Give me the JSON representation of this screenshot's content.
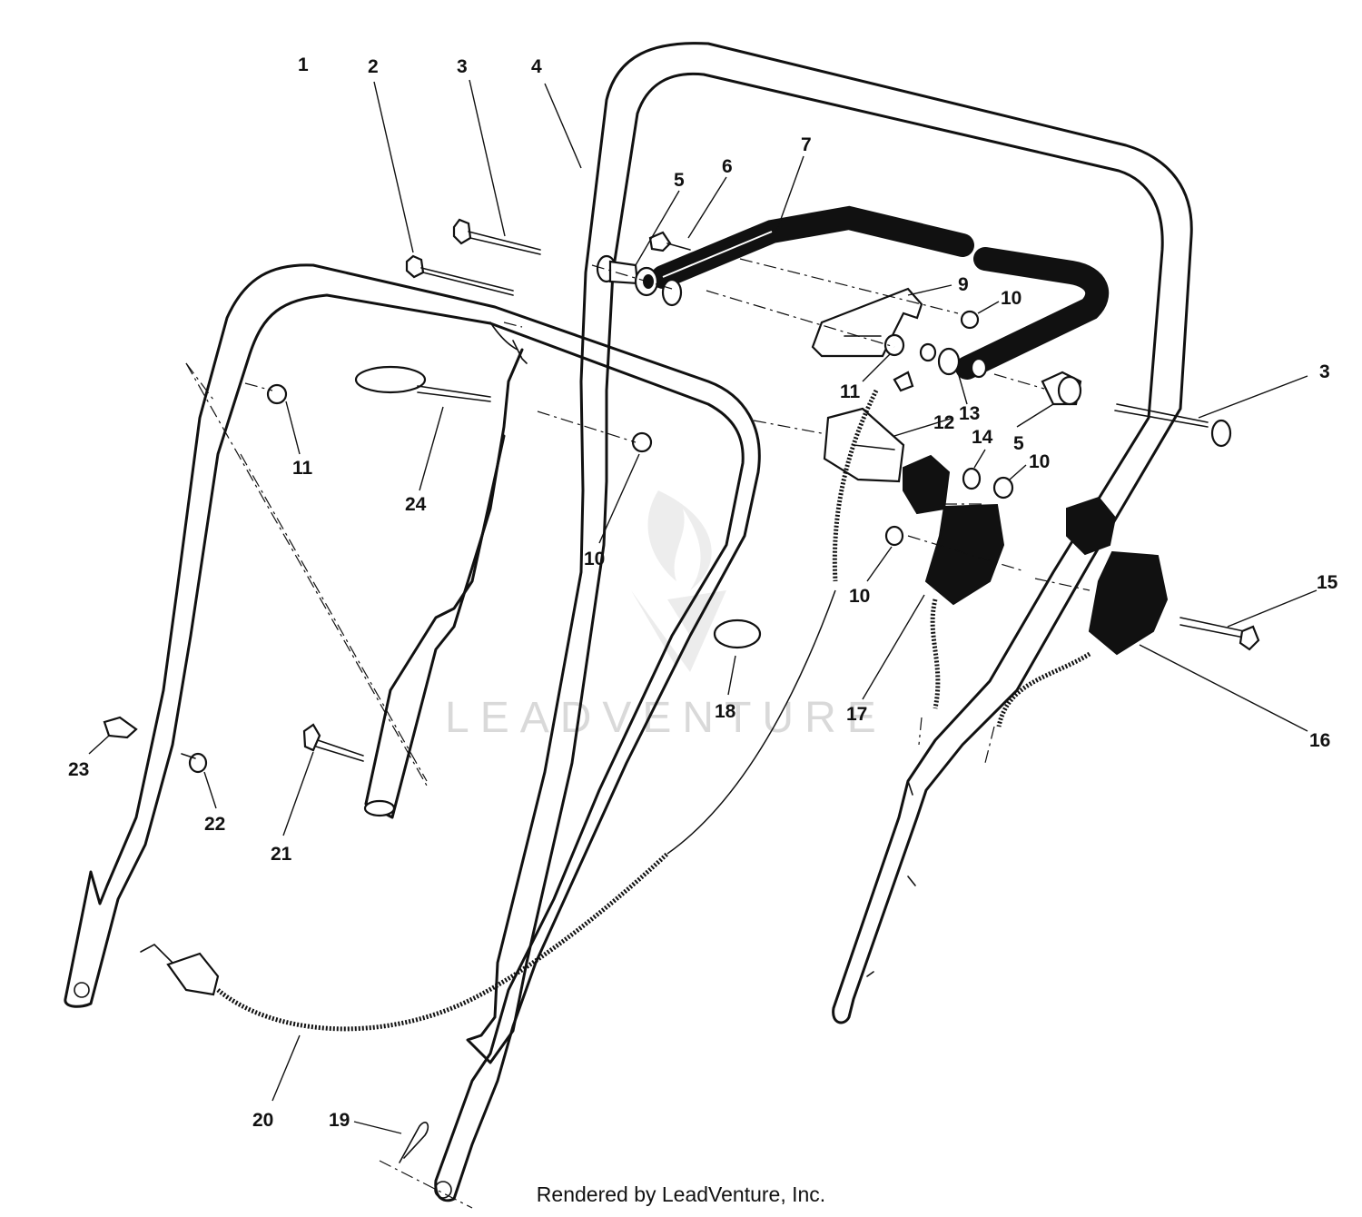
{
  "diagram": {
    "callouts": [
      {
        "id": "c1",
        "label": "1"
      },
      {
        "id": "c2",
        "label": "2"
      },
      {
        "id": "c3a",
        "label": "3"
      },
      {
        "id": "c4",
        "label": "4"
      },
      {
        "id": "c5a",
        "label": "5"
      },
      {
        "id": "c6",
        "label": "6"
      },
      {
        "id": "c7",
        "label": "7"
      },
      {
        "id": "c9",
        "label": "9"
      },
      {
        "id": "c10a",
        "label": "10"
      },
      {
        "id": "c3b",
        "label": "3"
      },
      {
        "id": "c11a",
        "label": "11"
      },
      {
        "id": "c11b",
        "label": "11"
      },
      {
        "id": "c24",
        "label": "24"
      },
      {
        "id": "c12",
        "label": "12"
      },
      {
        "id": "c13",
        "label": "13"
      },
      {
        "id": "c14",
        "label": "14"
      },
      {
        "id": "c5b",
        "label": "5"
      },
      {
        "id": "c10b",
        "label": "10"
      },
      {
        "id": "c10c",
        "label": "10"
      },
      {
        "id": "c10d",
        "label": "10"
      },
      {
        "id": "c15",
        "label": "15"
      },
      {
        "id": "c16",
        "label": "16"
      },
      {
        "id": "c17",
        "label": "17"
      },
      {
        "id": "c18",
        "label": "18"
      },
      {
        "id": "c23",
        "label": "23"
      },
      {
        "id": "c22",
        "label": "22"
      },
      {
        "id": "c21",
        "label": "21"
      },
      {
        "id": "c20",
        "label": "20"
      },
      {
        "id": "c19",
        "label": "19"
      }
    ],
    "watermark": "LEADVENTURE"
  },
  "footer": {
    "credit": "Rendered by LeadVenture, Inc."
  }
}
